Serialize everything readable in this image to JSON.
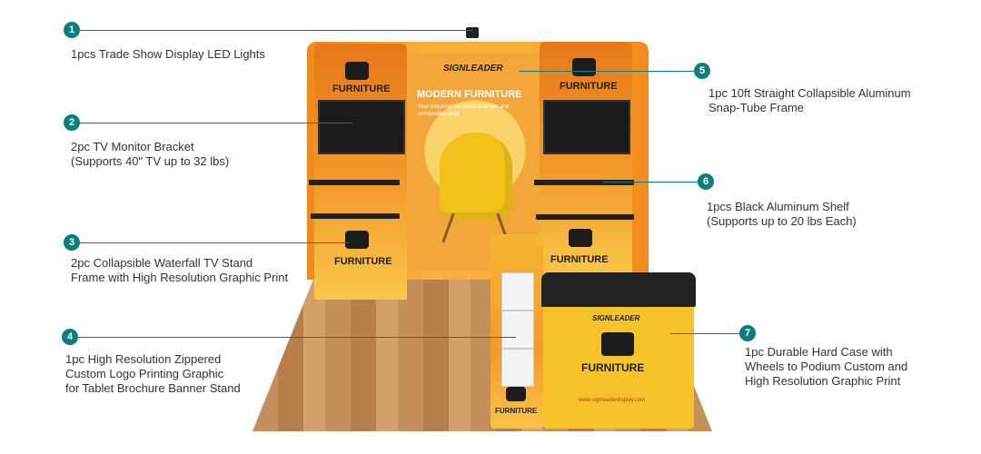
{
  "callouts": [
    {
      "num": "1",
      "text": "1pcs Trade Show Display LED Lights"
    },
    {
      "num": "2",
      "text": "2pc TV Monitor Bracket\n(Supports 40\" TV up to 32 lbs)"
    },
    {
      "num": "3",
      "text": "2pc Collapsible Waterfall TV Stand\nFrame with High Resolution Graphic Print"
    },
    {
      "num": "4",
      "text": "1pc High Resolution Zippered\nCustom Logo Printing Graphic\nfor Tablet Brochure Banner Stand"
    },
    {
      "num": "5",
      "text": "1pc 10ft Straight Collapsible Aluminum\nSnap-Tube Frame"
    },
    {
      "num": "6",
      "text": "1pcs Black Aluminum Shelf\n(Supports up to 20 lbs Each)"
    },
    {
      "num": "7",
      "text": "1pc Durable Hard Case with\nWheels to Podium Custom and\nHigh Resolution Graphic Print"
    }
  ],
  "booth": {
    "brand": "SIGNLEADER",
    "headline": "MODERN FURNITURE",
    "tagline": "Your exquisite life needs a simple and comfortable chair",
    "panel_word": "FURNITURE",
    "website": "www.signleaderdisplay.com"
  },
  "colors": {
    "accent": "#0b7f7f",
    "orange": "#f08a1c",
    "yellow": "#f7c32a"
  }
}
